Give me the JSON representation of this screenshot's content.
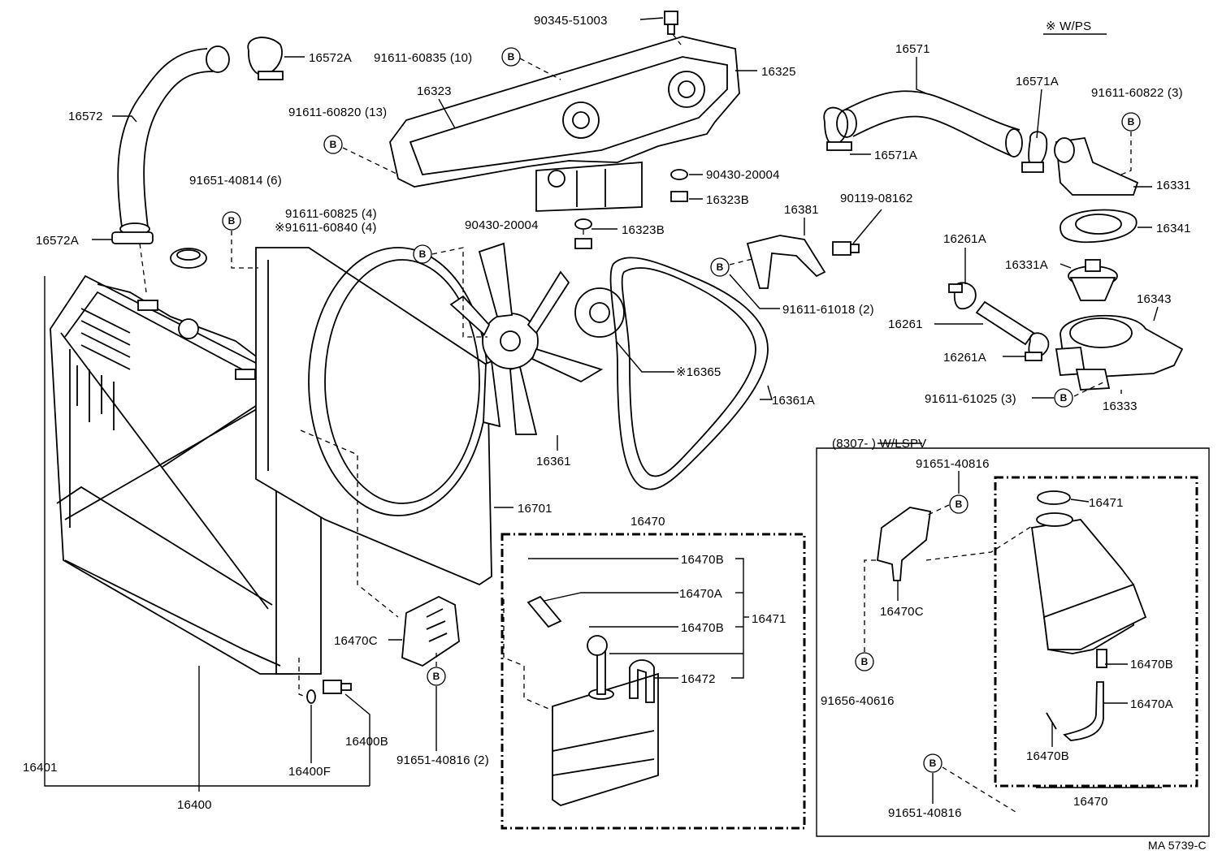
{
  "header": {
    "wps": "※ W/PS"
  },
  "inset": {
    "title": "(8307-        ) W/LSPV"
  },
  "footer": {
    "code": "MA 5739-C"
  },
  "bolt_symbol": "B",
  "labels": {
    "p90345": "90345-51003",
    "p16572A": "16572A",
    "p91611_60835": "91611-60835 (10)",
    "p16325": "16325",
    "p16572": "16572",
    "p16323": "16323",
    "p91611_60820": "91611-60820 (13)",
    "p90430a": "90430-20004",
    "p16323B_a": "16323B",
    "p91651_40814": "91651-40814 (6)",
    "p91611_60825": "91611-60825 (4)",
    "p91611_60840": "※91611-60840 (4)",
    "p90430b": "90430-20004",
    "p16323B_b": "16323B",
    "p16572A_b": "16572A",
    "p16381": "16381",
    "p90119": "90119-08162",
    "p91611_61018": "91611-61018 (2)",
    "p16365": "※16365",
    "p16361A": "16361A",
    "p16361": "16361",
    "p16701": "16701",
    "p16571": "16571",
    "p16571A_a": "16571A",
    "p16571A_b": "16571A",
    "p91611_60822": "91611-60822 (3)",
    "p16331": "16331",
    "p16341": "16341",
    "p16261A_a": "16261A",
    "p16331A": "16331A",
    "p16343": "16343",
    "p16261": "16261",
    "p16261A_b": "16261A",
    "p91611_61025": "91611-61025 (3)",
    "p16333": "16333",
    "p16470_top": "16470",
    "p16470B_a": "16470B",
    "p16470A": "16470A",
    "p16470B_b": "16470B",
    "p16471": "16471",
    "p16472": "16472",
    "p16470C": "16470C",
    "p91651_40816_2": "91651-40816 (2)",
    "p16400B": "16400B",
    "p16400F": "16400F",
    "p16401": "16401",
    "p16400": "16400",
    "i91651_40816_top": "91651-40816",
    "i16471": "16471",
    "i16470C": "16470C",
    "i16470B_a": "16470B",
    "i16470A": "16470A",
    "i16470B_b": "16470B",
    "i91656_40616": "91656-40616",
    "i91651_40816_bot": "91651-40816",
    "i16470": "16470"
  }
}
